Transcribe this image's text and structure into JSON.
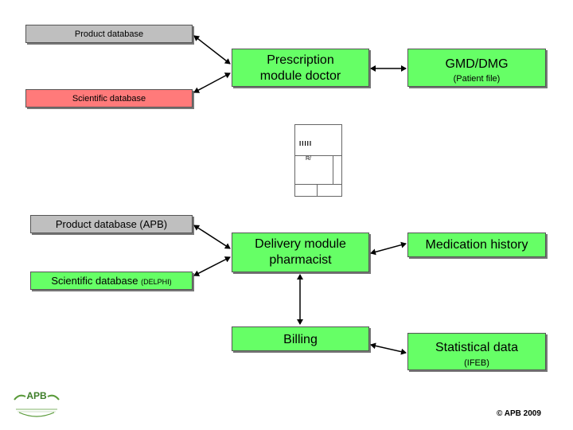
{
  "top_left": {
    "product_db": "Product database",
    "scientific_db": "Scientific database"
  },
  "prescription": {
    "line1": "Prescription",
    "line2": "module doctor"
  },
  "gmd": {
    "title": "GMD/DMG",
    "subtitle": "(Patient file)"
  },
  "rx_icon": {
    "bars": "IIIII",
    "sign": "R/"
  },
  "bottom_left": {
    "product_db": "Product database  (APB)",
    "scientific_db_main": "Scientific database ",
    "scientific_db_sub": "(DELPHI)"
  },
  "delivery": {
    "line1": "Delivery module",
    "line2": "pharmacist"
  },
  "medication_history": "Medication history",
  "billing": "Billing",
  "statistical": {
    "title": "Statistical data",
    "subtitle": "(IFEB)"
  },
  "logo": {
    "text": "APB"
  },
  "copyright": "© APB 2009",
  "colors": {
    "grey": "#bfbfbf",
    "green": "#66ff66",
    "pink": "#ff7a7a"
  }
}
